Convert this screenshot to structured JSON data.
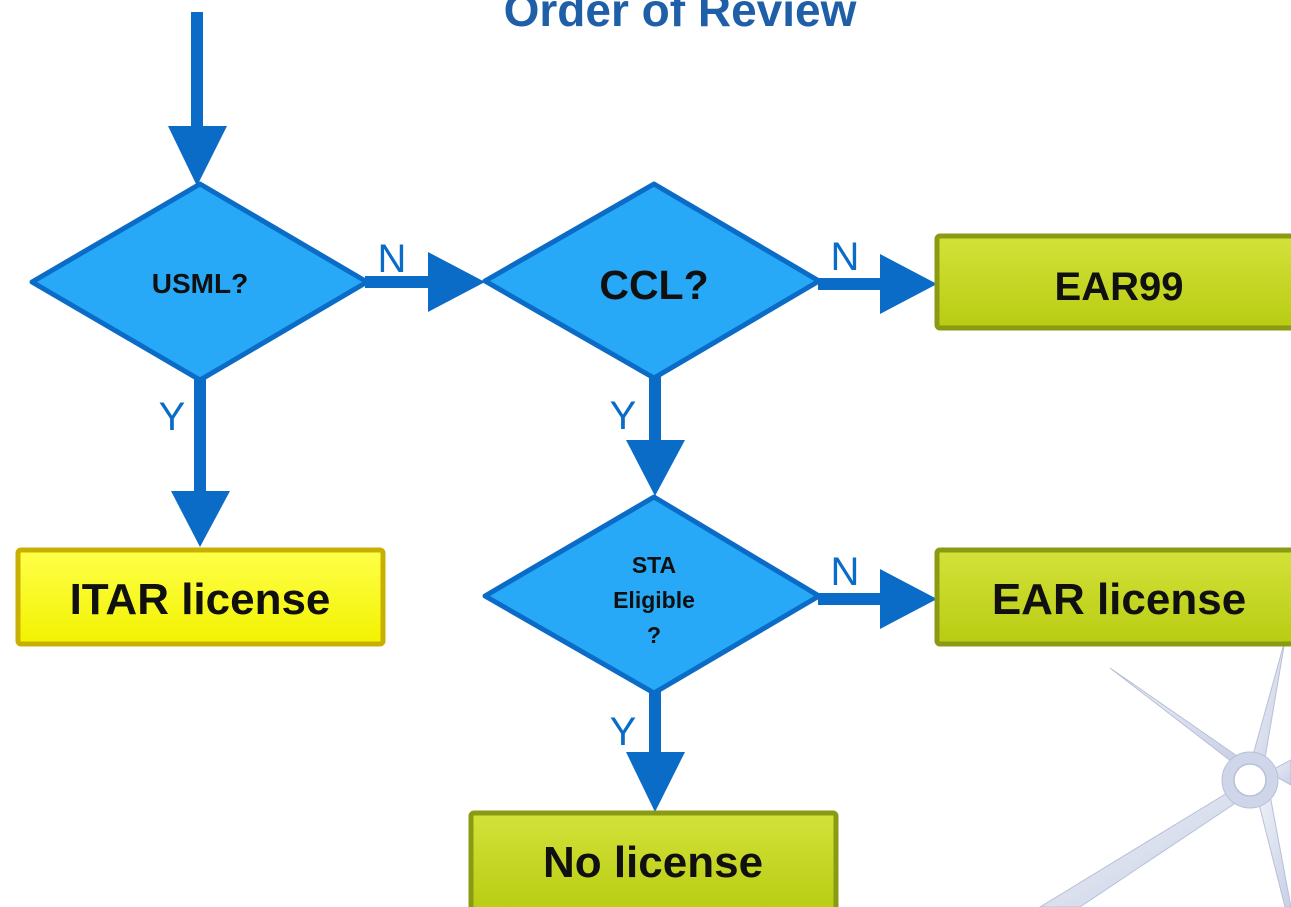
{
  "title": "Order of Review",
  "decisions": {
    "usml": "USML?",
    "ccl": "CCL?",
    "sta_line1": "STA",
    "sta_line2": "Eligible",
    "sta_line3": "?"
  },
  "outcomes": {
    "itar": "ITAR license",
    "ear99": "EAR99",
    "ear_license": "EAR license",
    "no_license": "No license"
  },
  "edge_labels": {
    "usml_no": "N",
    "usml_yes": "Y",
    "ccl_no": "N",
    "ccl_yes": "Y",
    "sta_no": "N",
    "sta_yes": "Y"
  },
  "colors": {
    "decision_fill": "#27a9f7",
    "decision_stroke": "#0a6cc6",
    "arrow": "#0a6cc6",
    "itar_fill": "#ffff00",
    "itar_stroke": "#c9b000",
    "green_fill": "#c5d81a",
    "green_stroke": "#8a9a12",
    "title": "#1f5fa8"
  }
}
